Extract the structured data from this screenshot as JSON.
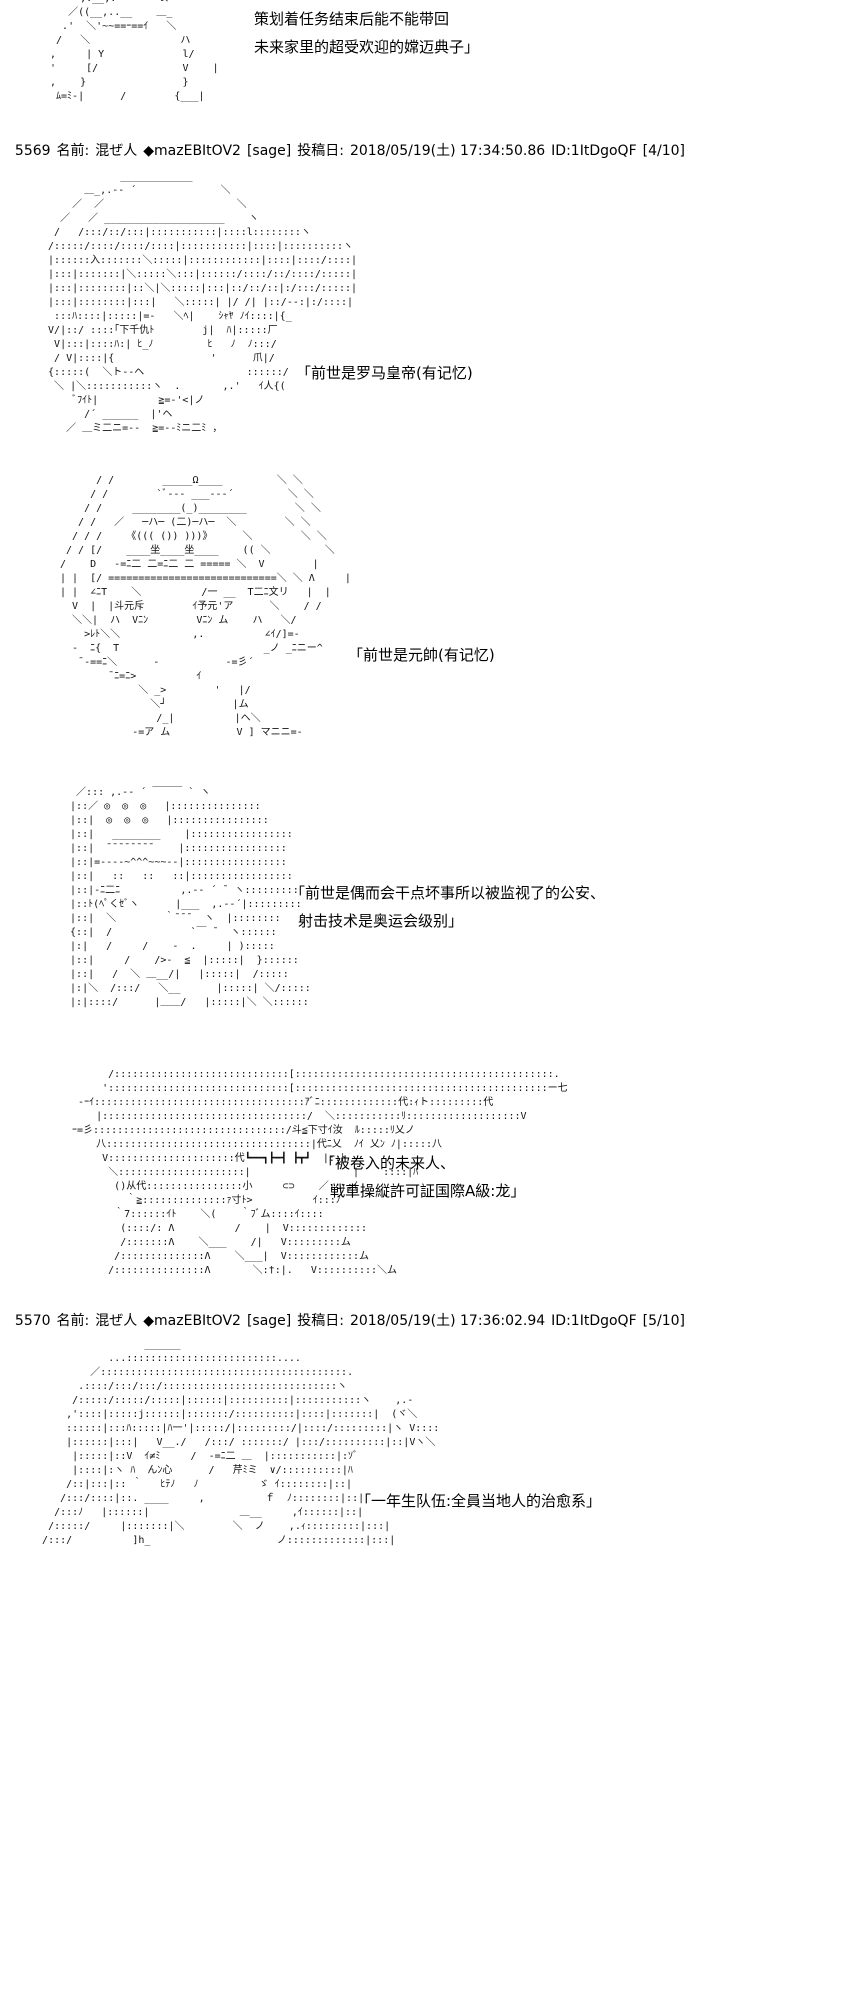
{
  "posts": [
    {
      "number": "5569",
      "name_label": "名前:",
      "name": "混ぜ人",
      "trip": "◆mazEBItOV2",
      "mail": "[sage]",
      "date_label": "投稿日:",
      "date": "2018/05/19(土) 17:34:50.86",
      "id": "ID:1ItDgoQF",
      "counter": "[4/10]"
    },
    {
      "number": "5570",
      "name_label": "名前:",
      "name": "混ぜ人",
      "trip": "◆mazEBItOV2",
      "mail": "[sage]",
      "date_label": "投稿日:",
      "date": "2018/05/19(土) 17:36:02.94",
      "id": "ID:1ItDgoQF",
      "counter": "[5/10]"
    }
  ],
  "dialogs": {
    "d0a": "策划着任务结束后能不能带回",
    "d0b": "未来家里的超受欢迎的嫦迈典子」",
    "d1": "「前世是罗马皇帝(有记忆)",
    "d2": "「前世是元帥(有记忆)",
    "d3a": "「前世是偶而会干点坏事所以被监视了的公安、",
    "d3b": "射击技术是奥运会级别」",
    "d4a": "「被卷入的未来人、",
    "d4b": "戦車操縦許可証国際A級:龙」",
    "d5": "「一年生队伍:全員当地人的治愈系」"
  },
  "ascii_art": {
    "aa0": "      ,.__,.'      l、\n    ／((__,..__    ＿_\n   .'  ＼'~~==ｰ==ｲ   ＼\n  /   ＼               ハ\n ,     | Y             l/\n '     [/              V    |\n ,    }                }\n  ﾑ=ﾐ-|      /        {___|",
    "aa1": "              ____________\n        ＿_,.-‐ ´              ＼\n      ／  ／                      ＼\n    ／   ／ ____________________    ヽ\n   /   /:::/::/:::|:::::::::::|::::l::::::::ヽ\n  /:::::/::::/::::/::::|:::::::::::|::::|::::::::::ヽ\n  |::::::入:::::::＼:::::|::::::::::::|::::|::::/::::|\n  |:::|:::::::|＼:::::＼:::|::::::/::::/::/::::/:::::|\n  |:::|::::::::|::＼|＼:::::|:::|::/::/::|:/:::/:::::|\n  |:::|::::::::|:::|   ＼:::::| |/ /| |::/--:|:/::::|\n   :::ﾊ::::|:::::|=-   ＼ﾍ|    ｼｬﾔ ﾉｲ::::|{_\n  V/|::/ ::::｢下千仇ﾄ        j|  ﾊ|:::::厂\n   V|:::|::::ﾊ:| ﾋ_ﾉ         ﾋ   ﾉ  ﾉ:::/\n   / V|::::|{                '      爪|/\n  {:::::(  ＼ト--ヘ                 ::::::/\n   ＼ |＼:::::::::::ヽ  .       ,.'   ｲ人{(\n      ﾞﾌｲﾄ|          ≧=-'<|ノ\n        /´ ______  |'ヘ\n     ／ ＿ミ二ニ=‐-  ≧=--ﾐニ二ﾐ ，",
    "aa2": "      / /        _____Ω____         ＼ ＼\n     / /        `ﾞ‐-- ___--‐´         ＼ ＼\n    / /     ________(_)________        ＼ ＼\n   / /   ／   ─ハ─ (二)─ハ─  ＼        ＼ ＼\n  / / /    《((( ()) )))》     ＼        ＼ ＼\n / / [/    ____坐____坐____    (( ＼         ＼\n/    D   -=ﾆ二 二=ﾆ二 二 ===== ＼  V        |\n| |  [/ ============================＼ ＼ Λ     |\n| |  ∠ﾆT    ＼          /一 __  T二ﾆ文リ   |  |\n  V  |  |斗元斥        ｲ予元'ア      ＼    / /\n  ＼＼|  ハ  Vﾆﾝ        Vﾆﾝ ム    ハ   ＼/\n    >ﾚﾄ＼＼            ,.          ∠ｲ/]=-\n  -  ﾆ{  T                        _ノ _ﾆニー^\n   ¯‐==ﾆ＼      -           -=彡´\n        ¯ﾆ=ﾆ>          ｲ\n             ＼ _>        '   |/\n               ＼┘           |ム\n                /_|          |ヘ＼\n            -=ア ム           V ] マニニ=-",
    "aa3": "   ／::: ,.-‐ ´ ￣￣￣ ` ヽ\n  |::／ ◎  ◎  ◎   |:::::::::::::::\n  |::|  ◎  ◎  ◎   |::::::::::::::::\n  |::|   ________    |:::::::::::::::::\n  |::|  ¯¯¯¯¯¯¯¯    |:::::::::::::::::\n  |::|=-‐‐‐~^^^~~~‐‐|:::::::::::::::::\n  |::|   ::   ::   ::|:::::::::::::::::\n  |::|‐ﾆ二ﾆ          ,.-‐ ´ ¯ ヽ:::::::::\n  |::ﾄ(ﾍﾟくｾﾞヽ      |___  ,.-‐´|:::::::::\n  |::|  ＼        ｀¯¯¯  ヽ  |::::::::\n  {::|  /             `￣ ¯  ヽ::::::\n  |:|   /     /    ‐  .     | ):::::\n  |::|     /    />-  ≦  |:::::|  }::::::\n  |::|   /  ＼ ＿__/|   |:::::|  /:::::\n  |:|＼  /:::/   ＼__      |:::::| ＼/:::::\n  |:|::::/      |＿＿/   |:::::|＼ ＼::::::",
    "aa4": "        /:::::::::::::::::::::::::::::[:::::::::::::::::::::::::::::::::::::::::::.\n       '::::::::::::::::::::::::::::::[::::::::::::::::::::::::::::::::::::::::::ー七\n   ‐ｰｲ:::::::::::::::::::::::::::::::::::ｱﾞﾆ:::::::::::::代:ｨト:::::::::代\n      |::::::::::::::::::::::::::::::::::/  ＼:::::::::::ﾘ:::::::::::::::::::V\n  ｰ=彡::::::::::::::::::::::::::::::::/斗≦下寸ｲ汝  ﾙ:::::ﾘ乂ノ\n      八::::::::::::::::::::::::::::::::::|代ﾆ乂  ﾉｲ 乂ﾝ ﾉ|:::::八\n       V:::::::::::::::::::::代┗━━┓┣━┫ ┣┳┛  |::ﾄ\n        ＼:::::::::::::::::::::|                 |    ::::|ﾊ\n         ()从代::::::::::::::::小     ⊂⊃    ／::::ｲ\n           ｀≧::::::::::::::ｧ寸ﾄ>          ｲ:::ﾉ\n         ｀7::::::ｲﾄ    ＼(    ｀ﾌﾞム::::ｲ::::\n          (::::/: Λ          /    |  V:::::::::::::\n          /:::::::Λ    ＼___    /|   V:::::::::ム\n         /::::::::::::::Λ    ＼___|  V::::::::::::ム\n        /:::::::::::::::Λ       ＼:†:|.   V::::::::::＼ム",
    "aa5": "                    ______\n              ...:::::::::::::::::::::::::....\n           ／:::::::::::::::::::::::::::::::::::::::::.\n         .::::/:::/:::/:::::::::::::::::::::::::::::ヽ\n        /:::::/:::::/:::::|::::::|::::::::::|:::::::::::ヽ    ,.-\n       ,'::::|:::::j::::::|:::::::/::::::::::|::::|:::::::|  (ヾ＼\n       ::::::|:::ﾊ:::::|ﾊ一'|:::::/|:::::::::/|::::/:::::::::|ヽ V::::\n       |::::::|:::|   V__./   /:::/ :::::::/ |:::/::::::::::|::|Vヽ＼\n        |:::::|::V  ｲ≠ﾐ     /  ‐=ﾆ二 ＿  |:::::::::::|:ｿﾞ\n        |::::|:ヽ ﾊ  んﾝ心      /   芹ﾐミ  ∨/::::::::::|ﾊ\n       /::|:::|:: ｀   ﾋﾃﾉ   ﾉ          ゞ ｲ::::::::|::|\n      /:::/::::|::. ____     ,          ｆ  ﾉ::::::::|::|\n     /:::ﾉ   |::::::|               ＿__     ,ｲ::::::|::|\n    /:::::/     |:::::::|＼        ＼  ノ    ,.ｨ:::::::::|:::|\n   /:::/          ]h_                     ノ:::::::::::::|:::|"
  }
}
